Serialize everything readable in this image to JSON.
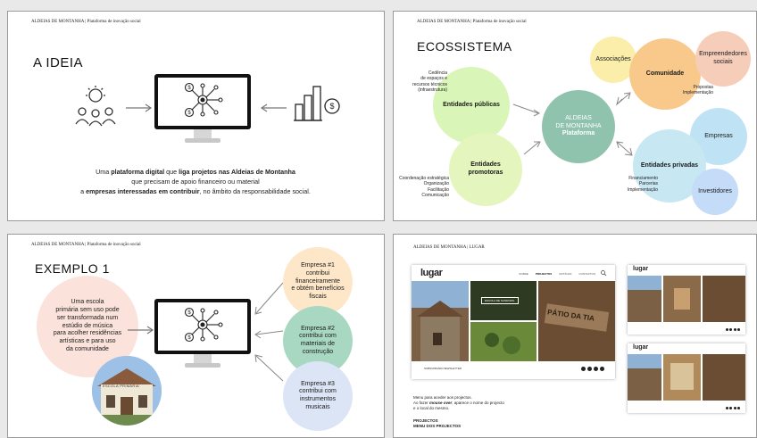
{
  "slide1": {
    "header": "ALDEIAS DE MONTANHA | Plataforma de inovação social",
    "title": "A IDEIA",
    "desc_l1_a": "Uma ",
    "desc_l1_b": "plataforma digital",
    "desc_l1_c": " que ",
    "desc_l1_d": "liga projetos nas Aldeias de Montanha",
    "desc_l2": "que precisam de apoio financeiro ou material",
    "desc_l3_a": "a ",
    "desc_l3_b": "empresas interessadas em contribuir",
    "desc_l3_c": ", no âmbito da responsabilidade social."
  },
  "slide2": {
    "header": "ALDEIAS DE MONTANHA | Plataforma de inovação social",
    "title": "ECOSSISTEMA",
    "publicas": "Entidades públicas",
    "promotoras_1": "Entidades",
    "promotoras_2": "promotoras",
    "center_1": "ALDEIAS",
    "center_2": "DE MONTANHA",
    "center_3": "Plataforma",
    "associacoes": "Associações",
    "comunidade": "Comunidade",
    "empreendedores_1": "Empreendedores",
    "empreendedores_2": "sociais",
    "empresas": "Empresas",
    "privadas": "Entidades privadas",
    "investidores": "Investidores",
    "cedencia_1": "Cedência",
    "cedencia_2": "de espaços e",
    "cedencia_3": "recursos técnicos",
    "cedencia_4": "(infraestrutura)",
    "coord_1": "Coordenação estratégica",
    "coord_2": "Organização",
    "coord_3": "Facilitação",
    "coord_4": "Comunicação",
    "propostas_1": "Propostas",
    "propostas_2": "Implementação",
    "fin_1": "Financiamento",
    "fin_2": "Parcerias",
    "fin_3": "Implementação"
  },
  "slide3": {
    "header": "ALDEIAS DE MONTANHA | Plataforma de inovação social",
    "title": "EXEMPLO 1",
    "school_1": "Uma escola",
    "school_2": "primária sem uso pode",
    "school_3": "ser transformada num",
    "school_4": "estúdio de música",
    "school_5": "para acolher residências",
    "school_6": "artísticas e para uso",
    "school_7": "da comunidade",
    "school_sign": "ESCOLA PRIMÁRIA",
    "e1_1": "Empresa #1",
    "e1_2": "contribui",
    "e1_3": "financeiramente",
    "e1_4": "e obtém benefícios",
    "e1_5": "fiscais",
    "e2_1": "Empresa #2",
    "e2_2": "contribui com",
    "e2_3": "materiais de",
    "e2_4": "construção",
    "e3_1": "Empresa #3",
    "e3_2": "contribui com",
    "e3_3": "instrumentos",
    "e3_4": "musicais"
  },
  "slide4": {
    "header": "ALDEIAS DE MONTANHA | LUGAR",
    "logo": "lugar",
    "nav": [
      "SOBRE",
      "PROJECTOS",
      "NOTÍCIAS",
      "CONTACTOS"
    ],
    "newsletter": "SUBSCREVER NEWSLETTER",
    "overlay_caption": "ESCOLA DE SANDOMIL",
    "sign_text": "PÁTIO DA TIA",
    "note_1": "Menu para aceder aos projectos.",
    "note_2_a": "Ao fazer ",
    "note_2_b": "mouse over",
    "note_2_c": ", aparece o nome do projecto",
    "note_3": "e o local do mesmo.",
    "footer_1": "PROJECTOS",
    "footer_2": "MENU DOS PROJECTOS"
  },
  "colors": {
    "publicas": "#d9f5b8",
    "promotoras": "#e4f5bd",
    "center": "#8fc3ae",
    "associacoes": "#faeeaa",
    "comunidade": "#f8c98a",
    "empreendedores": "#f6cdb9",
    "empresas": "#bfe3f5",
    "privadas": "#c7e7f3",
    "investidores": "#c4dcf7",
    "ex_school": "#fbe3dc",
    "ex_e1": "#fde7c8",
    "ex_e2": "#a8d8c2",
    "ex_e3": "#dbe5f6"
  },
  "icons": [
    "people-idea-icon",
    "monitor-icon",
    "network-money-icon",
    "building-money-icon",
    "arrow-icon",
    "search-icon",
    "social-icons"
  ]
}
